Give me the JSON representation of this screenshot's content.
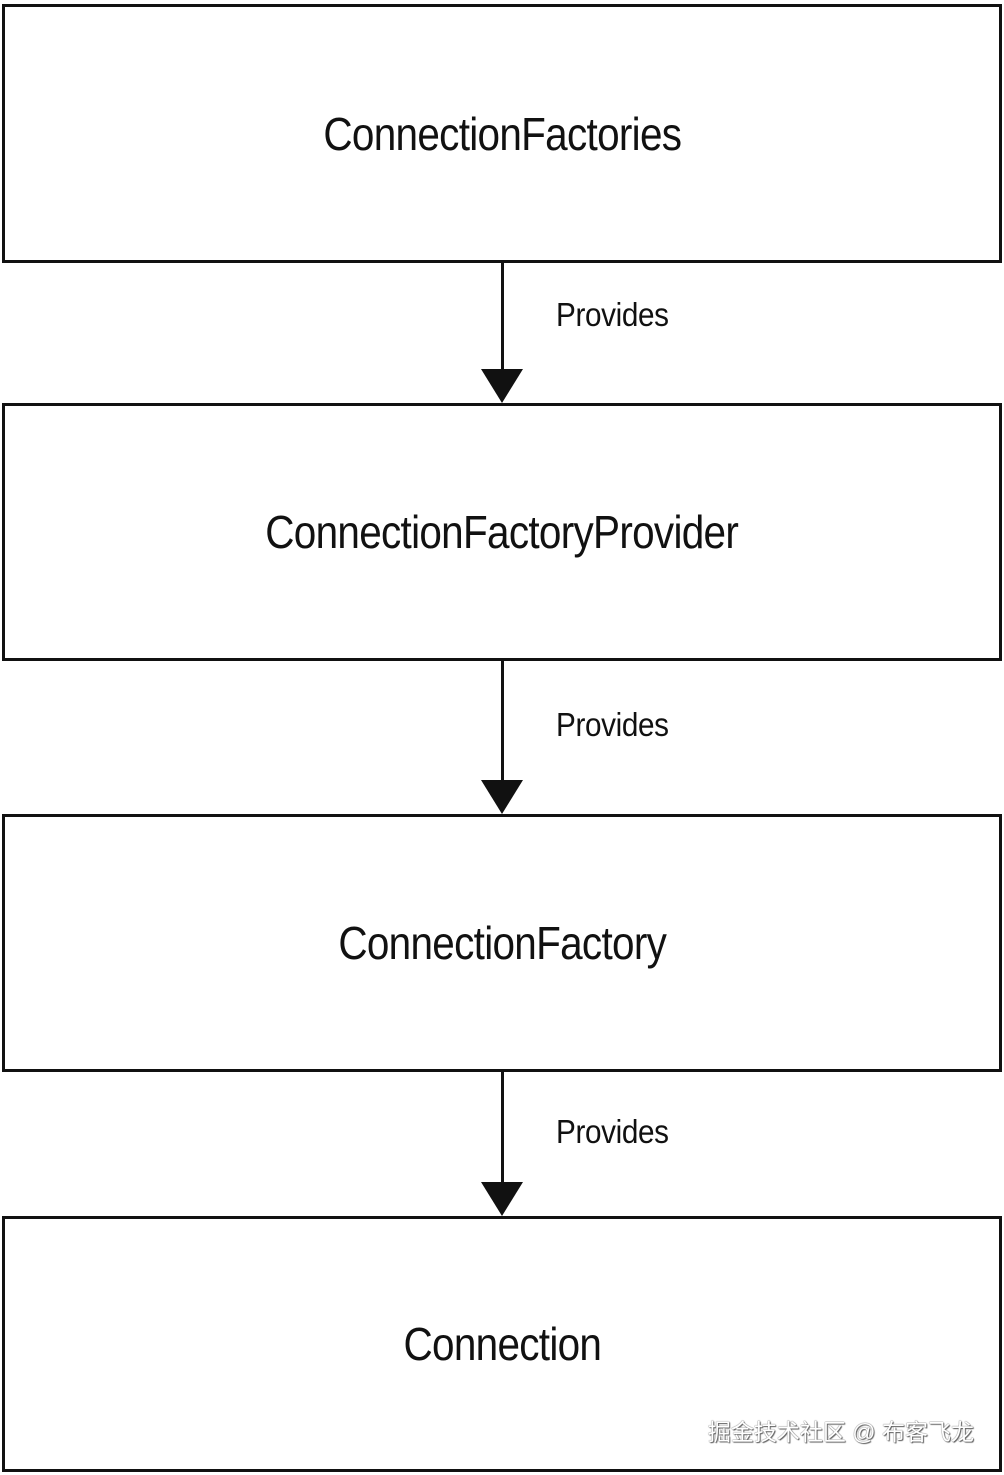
{
  "nodes": [
    {
      "id": "connection-factories",
      "label": "ConnectionFactories"
    },
    {
      "id": "connection-factory-provider",
      "label": "ConnectionFactoryProvider"
    },
    {
      "id": "connection-factory",
      "label": "ConnectionFactory"
    },
    {
      "id": "connection",
      "label": "Connection"
    }
  ],
  "edges": [
    {
      "from": "connection-factories",
      "to": "connection-factory-provider",
      "label": "Provides"
    },
    {
      "from": "connection-factory-provider",
      "to": "connection-factory",
      "label": "Provides"
    },
    {
      "from": "connection-factory",
      "to": "connection",
      "label": "Provides"
    }
  ],
  "watermark": "掘金技术社区 @ 布客飞龙",
  "colors": {
    "stroke": "#111111",
    "background": "#ffffff"
  }
}
